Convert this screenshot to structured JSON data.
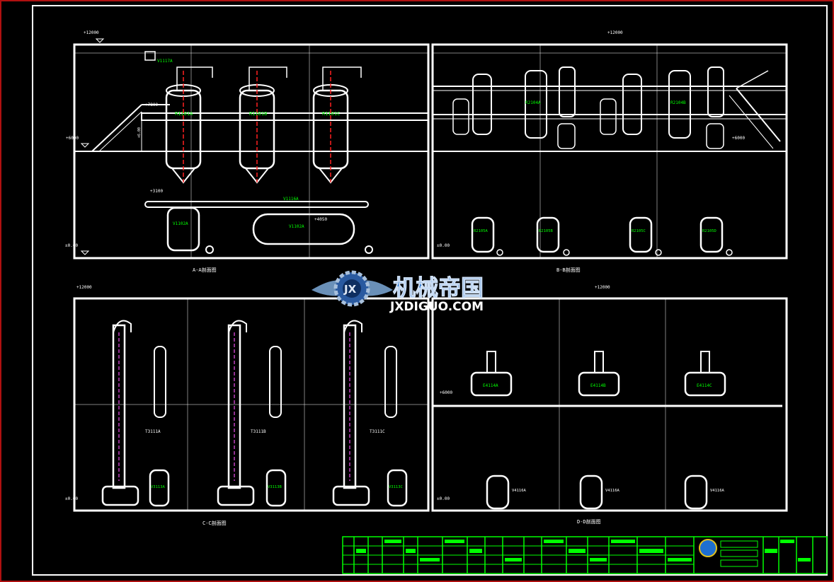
{
  "views": {
    "aa": {
      "caption": "A-A剖面图",
      "elev_top": "+12000",
      "elev_mid": "+6000",
      "elev_plat": "+7800",
      "elev_low": "+3100",
      "elev_ground": "±0.00",
      "elev_tank": "+4050",
      "reactors": [
        "R1101A",
        "R1101B",
        "R1101C"
      ],
      "tanks": [
        "V1102A",
        "V1102A"
      ],
      "header_tag": "V1116A",
      "top_tag": "V1117A",
      "vertical_tag": "+6.00"
    },
    "bb": {
      "caption": "B-B剖面图",
      "elev_top": "+12000",
      "elev_mid": "+6000",
      "elev_ground": "±0.00",
      "units": [
        "R2104A",
        "R2104B"
      ],
      "tanks": [
        "R2105A",
        "R2105B",
        "R2105C",
        "R2105D"
      ]
    },
    "cc": {
      "caption": "C-C剖面图",
      "elev_top": "+12000",
      "elev_ground": "±0.00",
      "towers": [
        "T3111A",
        "T3111B",
        "T3111C"
      ],
      "tanks": [
        "V3113A",
        "V3113B",
        "V3113C"
      ]
    },
    "dd": {
      "caption": "D-D剖面图",
      "elev_top": "+12000",
      "elev_mid": "+6000",
      "elev_ground": "±0.00",
      "exchangers": [
        "E4114A",
        "E4114B",
        "E4114C"
      ],
      "tanks": [
        "V4116A",
        "V4116A",
        "V4116A"
      ]
    }
  },
  "watermark": {
    "cn": "机械帝国",
    "en": "JXDIGUO.COM",
    "emblem": "JX"
  },
  "colors": {
    "background": "#000000",
    "lines": "#ffffff",
    "labels": "#00ff00",
    "centerline": "#ff2020",
    "dash": "#c040c0",
    "border": "#b01010",
    "watermark": "#1e6fd0"
  }
}
